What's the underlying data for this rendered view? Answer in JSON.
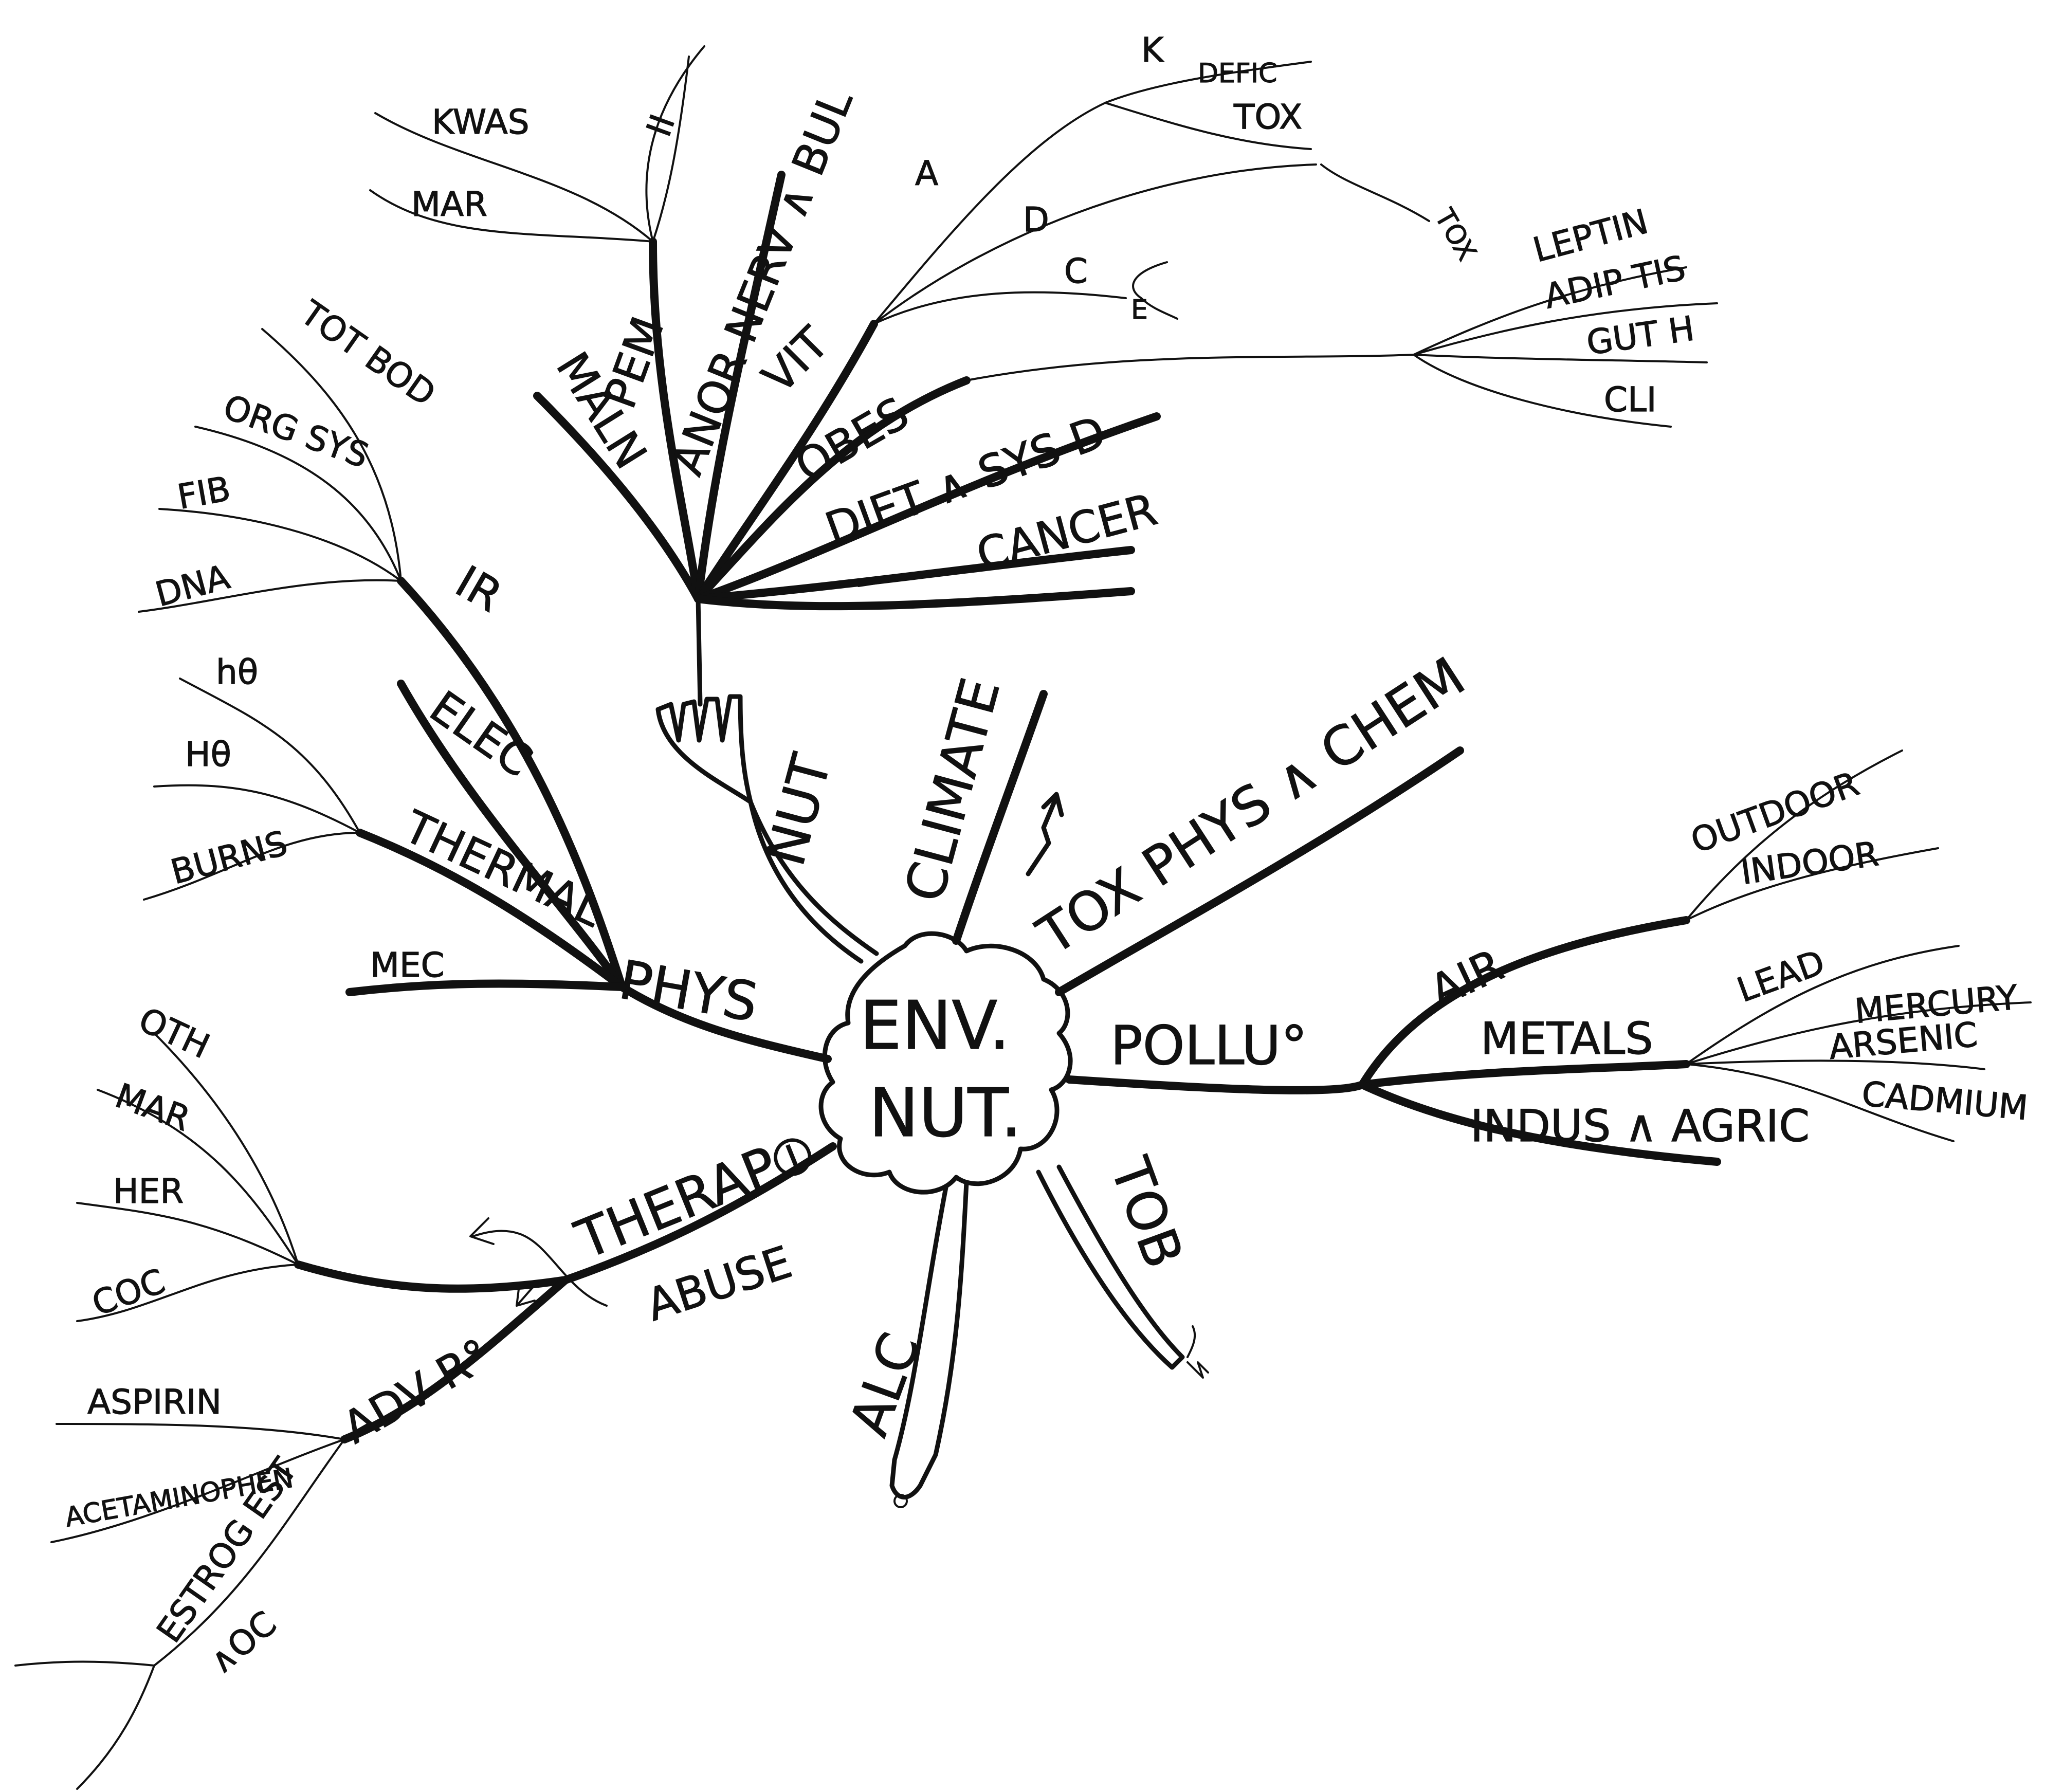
{
  "center": {
    "line1": "ENV.",
    "line2": "NUT."
  },
  "main": {
    "nut": "NUT",
    "climate": "CLIMATE",
    "tox": "TOX PHYS ∧ CHEM",
    "pollu": "POLLU°",
    "tob": "TOB",
    "alc": "ALC",
    "therap": "THERAP⦶",
    "abuse": "ABUSE",
    "adv": "ADV R°",
    "phys": "PHYS"
  },
  "nut_branch": {
    "maln": "MALN",
    "pem": "PEM",
    "ii": "II",
    "kwas": "KWAS",
    "mar": "MAR",
    "anor": "ANOR NERV ∧ BUL",
    "vit": "VIT",
    "vit_a": "A",
    "vit_d": "D",
    "vit_c": "C",
    "vit_e": "E",
    "vit_k": "K",
    "defic": "DEFIC",
    "tox": "TOX",
    "tox_small": "TOX",
    "obes": "OBES",
    "leptin": "LEPTIN",
    "adip": "ADIP TIS",
    "gut": "GUT H",
    "cli": "CLI",
    "diet": "DIET ∧ SYS D",
    "cancer": "CANCER"
  },
  "phys_branch": {
    "ir": "IR",
    "tot_bod": "TOT BOD",
    "org_sys": "ORG SYS",
    "fib": "FIB",
    "dna": "DNA",
    "elec": "ELEC",
    "thermal": "THERMAL",
    "ho_low": "hθ",
    "ho_high": "Hθ",
    "burns": "BURNS",
    "mec": "MEC"
  },
  "pollu_branch": {
    "air": "AIR",
    "outdoor": "OUTDOOR",
    "indoor": "INDOOR",
    "metals": "METALS",
    "lead": "LEAD",
    "mercury": "MERCURY",
    "arsenic": "ARSENIC",
    "cadmium": "CADMIUM",
    "indus": "INDUS ∧ AGRIC"
  },
  "therap_branch": {
    "oth": "OTH",
    "mar": "MAR",
    "her": "HER",
    "coc": "COC",
    "aspirin": "ASPIRIN",
    "acetaminophen": "ACETAMINOPHEN",
    "estrog": "ESTROG EST",
    "oc": "∧OC"
  }
}
